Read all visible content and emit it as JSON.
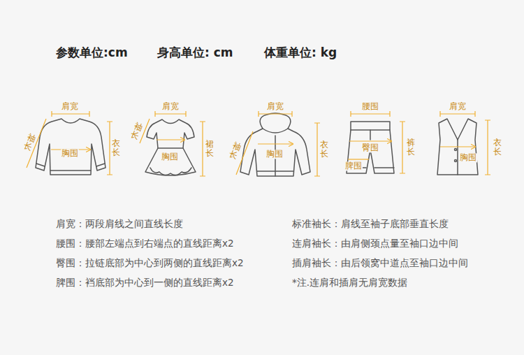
{
  "diagram": {
    "labels": [
      "参数单位:cm",
      "身高单位: cm",
      "体重单位: kg",
      "肩宽",
      "袖长",
      "衣长",
      "胸围",
      "肩宽",
      "袖长",
      "胸围",
      "裙长",
      "肩宽",
      "袖长",
      "胸围",
      "衣长",
      "腰围",
      "臀围",
      "裤长",
      "脾围",
      "肩宽",
      "胸围",
      "衣长",
      "肩宽：两段肩线之间直线长度",
      "腰围：腰部左端点到右端点的直线距离x2",
      "臀围：拉链底部为中心到两侧的直线距离x2",
      "脾围：裆底部为中心到一侧的直线距离x2",
      "标准袖长：肩线至袖子底部垂直长度",
      "连肩袖长：由肩侧颈点量至袖口边中间",
      "插肩袖长：由后领窝中道点至袖口边中间",
      "*注.连肩和插肩无肩宽数据"
    ]
  }
}
